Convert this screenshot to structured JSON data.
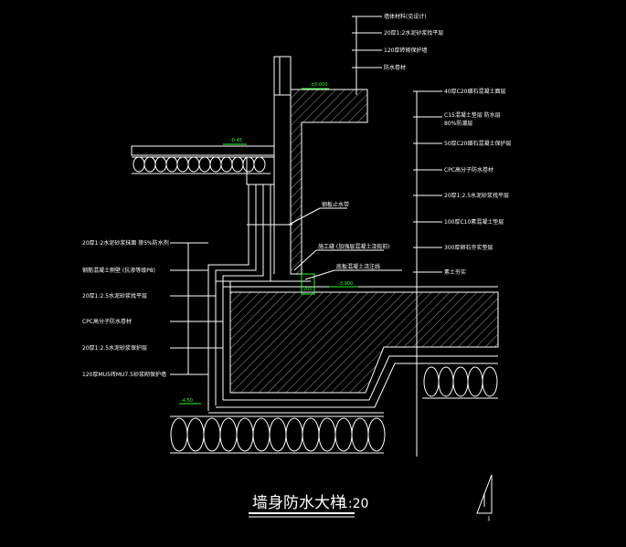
{
  "title": "墙身防水大样",
  "scale": "1:20",
  "top_right_labels": [
    "墙体材料(见设计)",
    "20厚1:2水泥砂浆找平层",
    "120厚砖砌保护墙",
    "防水卷材"
  ],
  "right_labels": [
    "40厚C20细石混凝土面层",
    "C15混凝土垫层    防水层",
    "80%防潮层",
    "50厚C20细石混凝土保护层",
    "CPC高分子防水卷材",
    "20厚1:2.5水泥砂浆找平层",
    "100厚C10素混凝土垫层",
    "300厚卵石夯实垫层",
    "素土夯实"
  ],
  "left_labels": [
    "20厚1:2水泥砂浆抹面   掺5%防水剂",
    "钢筋混凝土侧壁    (抗渗等级P8)",
    "20厚1:2.5水泥砂浆找平层",
    "CPC高分子防水卷材",
    "20厚1:2.5水泥砂浆保护层",
    "120厚MU5砖MU7.5砂浆砌保护墙"
  ],
  "middle_labels": {
    "waterstop": "钢板止水带",
    "construction_joint": "施工缝 (加强层混凝土浇捣前)",
    "wall_base": "底板混凝土浇注线"
  },
  "elevations": {
    "ground_top": "±0.000",
    "ground_outdoor": "-0.45",
    "floor": "-3.900",
    "base_bottom": "-4.50"
  },
  "dimension_small": "200",
  "corner_mark": "1"
}
